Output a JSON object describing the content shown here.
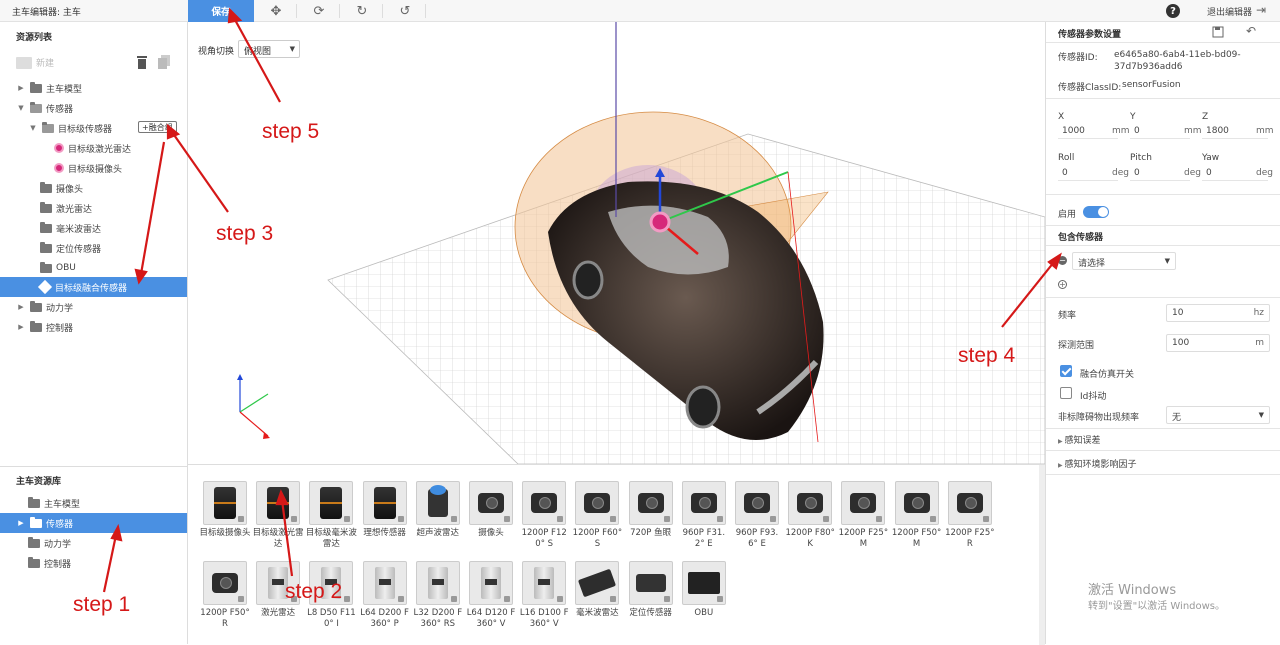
{
  "app_title": "主车编辑器: 主车",
  "toolbar": {
    "save_label": "保存",
    "exit_label": "退出编辑器",
    "help_glyph": "?"
  },
  "left_panel": {
    "resource_list_title": "资源列表",
    "new_label": "新建",
    "tree": [
      {
        "label": "主车模型",
        "caret": "▶"
      },
      {
        "label": "传感器",
        "caret": "▼"
      },
      {
        "label": "目标级传感器",
        "caret": "▼"
      },
      {
        "label": "目标级激光雷达"
      },
      {
        "label": "目标级摄像头"
      },
      {
        "label": "摄像头"
      },
      {
        "label": "激光雷达"
      },
      {
        "label": "毫米波雷达"
      },
      {
        "label": "定位传感器"
      },
      {
        "label": "OBU"
      },
      {
        "label": "目标级融合传感器"
      },
      {
        "label": "动力学",
        "caret": "▶"
      },
      {
        "label": "控制器",
        "caret": "▶"
      }
    ],
    "fusion_button": "+融合组",
    "library_title": "主车资源库",
    "library_tree": [
      {
        "label": "主车模型"
      },
      {
        "label": "传感器",
        "caret": "▶"
      },
      {
        "label": "动力学"
      },
      {
        "label": "控制器"
      }
    ]
  },
  "viewport": {
    "view_switch_label": "视角切换",
    "view_selected": "俯视图"
  },
  "library_items": [
    {
      "label": "目标级摄像头",
      "icon": "cylinder-sensor"
    },
    {
      "label": "目标级激光雷达",
      "icon": "cylinder-sensor"
    },
    {
      "label": "目标级毫米波雷达",
      "icon": "cylinder-sensor"
    },
    {
      "label": "理想传感器",
      "icon": "cylinder-sensor"
    },
    {
      "label": "超声波雷达",
      "icon": "ultrasonic"
    },
    {
      "label": "摄像头",
      "icon": "camera"
    },
    {
      "label": "1200P F120° S",
      "icon": "camera"
    },
    {
      "label": "1200P F60° S",
      "icon": "camera"
    },
    {
      "label": "720P 鱼眼",
      "icon": "camera"
    },
    {
      "label": "960P F31.2° E",
      "icon": "camera"
    },
    {
      "label": "960P F93.6° E",
      "icon": "camera"
    },
    {
      "label": "1200P F80° K",
      "icon": "camera"
    },
    {
      "label": "1200P F25° M",
      "icon": "camera"
    },
    {
      "label": "1200P F50° M",
      "icon": "camera"
    },
    {
      "label": "1200P F25° R",
      "icon": "camera"
    },
    {
      "label": "1200P F50° R",
      "icon": "camera"
    },
    {
      "label": "激光雷达",
      "icon": "lidar"
    },
    {
      "label": "L8 D50 F110° I",
      "icon": "lidar"
    },
    {
      "label": "L64 D200 F360° P",
      "icon": "lidar"
    },
    {
      "label": "L32 D200 F360° RS",
      "icon": "lidar"
    },
    {
      "label": "L64 D120 F360° V",
      "icon": "lidar"
    },
    {
      "label": "L16 D100 F360° V",
      "icon": "lidar"
    },
    {
      "label": "毫米波雷达",
      "icon": "radar"
    },
    {
      "label": "定位传感器",
      "icon": "gps"
    },
    {
      "label": "OBU",
      "icon": "obu"
    }
  ],
  "right_panel": {
    "title": "传感器参数设置",
    "sensor_id_label": "传感器ID:",
    "sensor_id_line1": "e6465a80-6ab4-11eb-bd09-",
    "sensor_id_line2": "37d7b936add6",
    "class_id_label": "传感器ClassID:",
    "class_id_value": "sensorFusion",
    "x_label": "X",
    "x_value": "1000",
    "x_unit": "mm",
    "y_label": "Y",
    "y_value": "0",
    "y_unit": "mm",
    "z_label": "Z",
    "z_value": "1800",
    "z_unit": "mm",
    "roll_label": "Roll",
    "roll_value": "0",
    "roll_unit": "deg",
    "pitch_label": "Pitch",
    "pitch_value": "0",
    "pitch_unit": "deg",
    "yaw_label": "Yaw",
    "yaw_value": "0",
    "yaw_unit": "deg",
    "enable_label": "启用",
    "enabled": true,
    "include_sensors_title": "包含传感器",
    "select_placeholder": "请选择",
    "freq_label": "频率",
    "freq_value": "10",
    "freq_unit": "hz",
    "range_label": "探测范围",
    "range_value": "100",
    "range_unit": "m",
    "fusion_sim_label": "融合仿真开关",
    "fusion_sim_checked": true,
    "id_jitter_label": "Id抖动",
    "id_jitter_checked": false,
    "nonstandard_label": "非标障碍物出现频率",
    "nonstandard_value": "无",
    "perception_error_label": "感知误差",
    "env_factor_label": "感知环境影响因子",
    "watermark_line1": "激活 Windows",
    "watermark_line2": "转到\"设置\"以激活 Windows。"
  },
  "annotations": {
    "step1": "step 1",
    "step2": "step 2",
    "step3": "step 3",
    "step4": "step 4",
    "step5": "step 5"
  },
  "colors": {
    "accent": "#4a90e2",
    "step_red": "#d51818",
    "sensor_pink": "#d6287a",
    "cone_orange": "#f0a24a"
  }
}
